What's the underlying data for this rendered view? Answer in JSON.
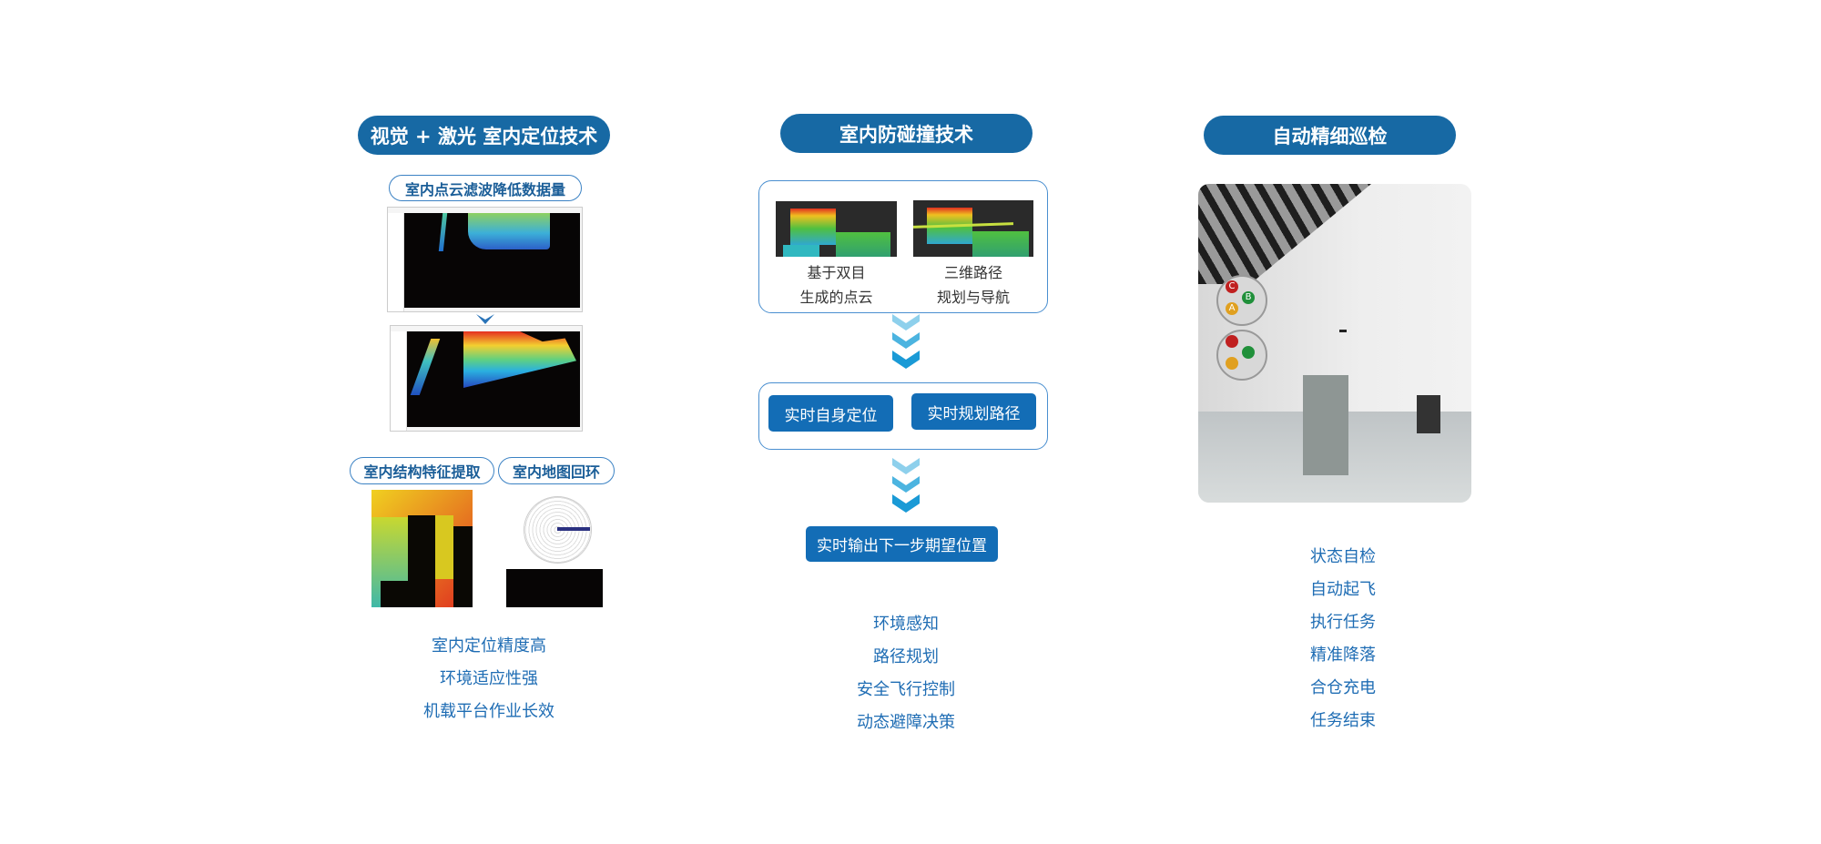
{
  "left": {
    "title": "视觉 + 激光 室内定位技术",
    "filter_label": "室内点云滤波降低数据量",
    "feature_label": "室内结构特征提取",
    "loop_label": "室内地图回环",
    "benefits": [
      "室内定位精度高",
      "环境适应性强",
      "机载平台作业长效"
    ]
  },
  "middle": {
    "title": "室内防碰撞技术",
    "image1_caption": [
      "基于双目",
      "生成的点云"
    ],
    "image2_caption": [
      "三维路径",
      "规划与导航"
    ],
    "realtime_localization": "实时自身定位",
    "realtime_planning": "实时规划路径",
    "output_label": "实时输出下一步期望位置",
    "capabilities": [
      "环境感知",
      "路径规划",
      "安全飞行控制",
      "动态避障决策"
    ]
  },
  "right": {
    "title": "自动精细巡检",
    "photo_labels": [
      "C",
      "B",
      "A"
    ],
    "steps": [
      "状态自检",
      "自动起飞",
      "执行任务",
      "精准降落",
      "合仓充电",
      "任务结束"
    ]
  },
  "colors": {
    "primary": "#1769a4",
    "button": "#136db6",
    "text_blue": "#1f6db4",
    "outline": "#3b82c4"
  }
}
